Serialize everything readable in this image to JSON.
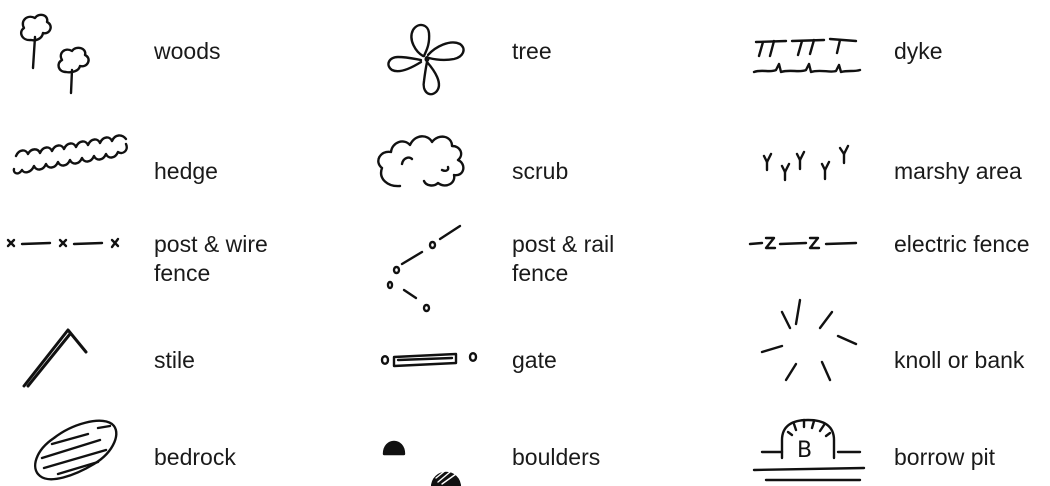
{
  "legend": {
    "items": [
      {
        "id": "woods",
        "symbol": "woods-icon",
        "label_lines": [
          "woods"
        ]
      },
      {
        "id": "tree",
        "symbol": "tree-icon",
        "label_lines": [
          "tree"
        ]
      },
      {
        "id": "dyke",
        "symbol": "dyke-icon",
        "label_lines": [
          "dyke"
        ]
      },
      {
        "id": "hedge",
        "symbol": "hedge-icon",
        "label_lines": [
          "hedge"
        ]
      },
      {
        "id": "scrub",
        "symbol": "scrub-icon",
        "label_lines": [
          "scrub"
        ]
      },
      {
        "id": "marshy-area",
        "symbol": "marsh-icon",
        "label_lines": [
          "marshy area"
        ]
      },
      {
        "id": "post-wire-fence",
        "symbol": "post-wire-fence-icon",
        "label_lines": [
          "post & wire",
          "fence"
        ]
      },
      {
        "id": "post-rail-fence",
        "symbol": "post-rail-fence-icon",
        "label_lines": [
          "post & rail",
          "fence"
        ]
      },
      {
        "id": "electric-fence",
        "symbol": "electric-fence-icon",
        "label_lines": [
          "electric fence"
        ]
      },
      {
        "id": "stile",
        "symbol": "stile-icon",
        "label_lines": [
          "stile"
        ]
      },
      {
        "id": "gate",
        "symbol": "gate-icon",
        "label_lines": [
          "gate"
        ]
      },
      {
        "id": "knoll-or-bank",
        "symbol": "knoll-icon",
        "label_lines": [
          "knoll or bank"
        ]
      },
      {
        "id": "bedrock",
        "symbol": "bedrock-icon",
        "label_lines": [
          "bedrock"
        ]
      },
      {
        "id": "boulders",
        "symbol": "boulders-icon",
        "label_lines": [
          "boulders"
        ]
      },
      {
        "id": "borrow-pit",
        "symbol": "borrow-pit-icon",
        "label_lines": [
          "borrow pit"
        ]
      }
    ],
    "borrow_pit_letter": "B",
    "ink_color": "#111111"
  }
}
